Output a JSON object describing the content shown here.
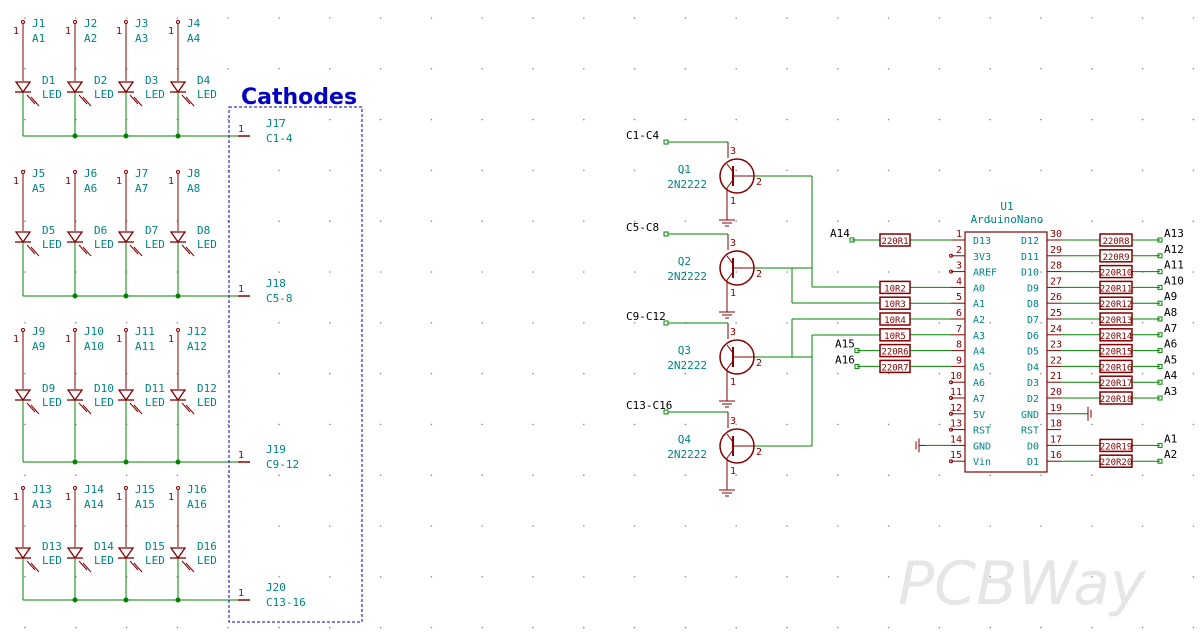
{
  "title": "Cathodes",
  "watermark": "PCBWay",
  "led_groups": [
    {
      "connector": {
        "ref": "J17",
        "value": "C1-4",
        "pin": "1"
      },
      "leds": [
        {
          "jref": "J1",
          "jval": "A1",
          "dref": "D1",
          "dval": "LED"
        },
        {
          "jref": "J2",
          "jval": "A2",
          "dref": "D2",
          "dval": "LED"
        },
        {
          "jref": "J3",
          "jval": "A3",
          "dref": "D3",
          "dval": "LED"
        },
        {
          "jref": "J4",
          "jval": "A4",
          "dref": "D4",
          "dval": "LED"
        }
      ]
    },
    {
      "connector": {
        "ref": "J18",
        "value": "C5-8",
        "pin": "1"
      },
      "leds": [
        {
          "jref": "J5",
          "jval": "A5",
          "dref": "D5",
          "dval": "LED"
        },
        {
          "jref": "J6",
          "jval": "A6",
          "dref": "D6",
          "dval": "LED"
        },
        {
          "jref": "J7",
          "jval": "A7",
          "dref": "D7",
          "dval": "LED"
        },
        {
          "jref": "J8",
          "jval": "A8",
          "dref": "D8",
          "dval": "LED"
        }
      ]
    },
    {
      "connector": {
        "ref": "J19",
        "value": "C9-12",
        "pin": "1"
      },
      "leds": [
        {
          "jref": "J9",
          "jval": "A9",
          "dref": "D9",
          "dval": "LED"
        },
        {
          "jref": "J10",
          "jval": "A10",
          "dref": "D10",
          "dval": "LED"
        },
        {
          "jref": "J11",
          "jval": "A11",
          "dref": "D11",
          "dval": "LED"
        },
        {
          "jref": "J12",
          "jval": "A12",
          "dref": "D12",
          "dval": "LED"
        }
      ]
    },
    {
      "connector": {
        "ref": "J20",
        "value": "C13-16",
        "pin": "1"
      },
      "leds": [
        {
          "jref": "J13",
          "jval": "A13",
          "dref": "D13",
          "dval": "LED"
        },
        {
          "jref": "J14",
          "jval": "A14",
          "dref": "D14",
          "dval": "LED"
        },
        {
          "jref": "J15",
          "jval": "A15",
          "dref": "D15",
          "dval": "LED"
        },
        {
          "jref": "J16",
          "jval": "A16",
          "dref": "D16",
          "dval": "LED"
        }
      ]
    }
  ],
  "transistors": [
    {
      "ref": "Q1",
      "value": "2N2222",
      "net": "C1-C4"
    },
    {
      "ref": "Q2",
      "value": "2N2222",
      "net": "C5-C8"
    },
    {
      "ref": "Q3",
      "value": "2N2222",
      "net": "C9-C12"
    },
    {
      "ref": "Q4",
      "value": "2N2222",
      "net": "C13-C16"
    }
  ],
  "transistor_pins": [
    "1",
    "2",
    "3"
  ],
  "arduino": {
    "ref": "U1",
    "value": "ArduinoNano",
    "left_pins": [
      {
        "num": "1",
        "name": "D13"
      },
      {
        "num": "2",
        "name": "3V3"
      },
      {
        "num": "3",
        "name": "AREF"
      },
      {
        "num": "4",
        "name": "A0"
      },
      {
        "num": "5",
        "name": "A1"
      },
      {
        "num": "6",
        "name": "A2"
      },
      {
        "num": "7",
        "name": "A3"
      },
      {
        "num": "8",
        "name": "A4"
      },
      {
        "num": "9",
        "name": "A5"
      },
      {
        "num": "10",
        "name": "A6"
      },
      {
        "num": "11",
        "name": "A7"
      },
      {
        "num": "12",
        "name": "5V"
      },
      {
        "num": "13",
        "name": "RST"
      },
      {
        "num": "14",
        "name": "GND"
      },
      {
        "num": "15",
        "name": "Vin"
      }
    ],
    "right_pins": [
      {
        "num": "30",
        "name": "D12"
      },
      {
        "num": "29",
        "name": "D11"
      },
      {
        "num": "28",
        "name": "D10"
      },
      {
        "num": "27",
        "name": "D9"
      },
      {
        "num": "26",
        "name": "D8"
      },
      {
        "num": "25",
        "name": "D7"
      },
      {
        "num": "24",
        "name": "D6"
      },
      {
        "num": "23",
        "name": "D5"
      },
      {
        "num": "22",
        "name": "D4"
      },
      {
        "num": "21",
        "name": "D3"
      },
      {
        "num": "20",
        "name": "D2"
      },
      {
        "num": "19",
        "name": "GND"
      },
      {
        "num": "18",
        "name": "RST"
      },
      {
        "num": "17",
        "name": "D0"
      },
      {
        "num": "16",
        "name": "D1"
      }
    ]
  },
  "left_resistors": [
    {
      "text": "220R1",
      "net": "A14"
    },
    {
      "text": "10R2",
      "net": ""
    },
    {
      "text": "10R3",
      "net": ""
    },
    {
      "text": "10R4",
      "net": ""
    },
    {
      "text": "10R5",
      "net": ""
    },
    {
      "text": "220R6",
      "net": "A15"
    },
    {
      "text": "220R7",
      "net": "A16"
    }
  ],
  "right_resistors": [
    {
      "text": "220R8",
      "net": "A13"
    },
    {
      "text": "220R9",
      "net": "A12"
    },
    {
      "text": "220R10",
      "net": "A11"
    },
    {
      "text": "220R11",
      "net": "A10"
    },
    {
      "text": "220R12",
      "net": "A9"
    },
    {
      "text": "220R13",
      "net": "A8"
    },
    {
      "text": "220R14",
      "net": "A7"
    },
    {
      "text": "220R15",
      "net": "A6"
    },
    {
      "text": "220R16",
      "net": "A5"
    },
    {
      "text": "220R17",
      "net": "A4"
    },
    {
      "text": "220R18",
      "net": "A3"
    },
    {
      "text": "220R19",
      "net": "A1"
    },
    {
      "text": "220R20",
      "net": "A2"
    }
  ],
  "colors": {
    "wire": "#008400",
    "symbol": "#840000",
    "text": "#008484",
    "junction": "#008400",
    "title": "#0000c2",
    "grid": "#8c8c8c"
  }
}
